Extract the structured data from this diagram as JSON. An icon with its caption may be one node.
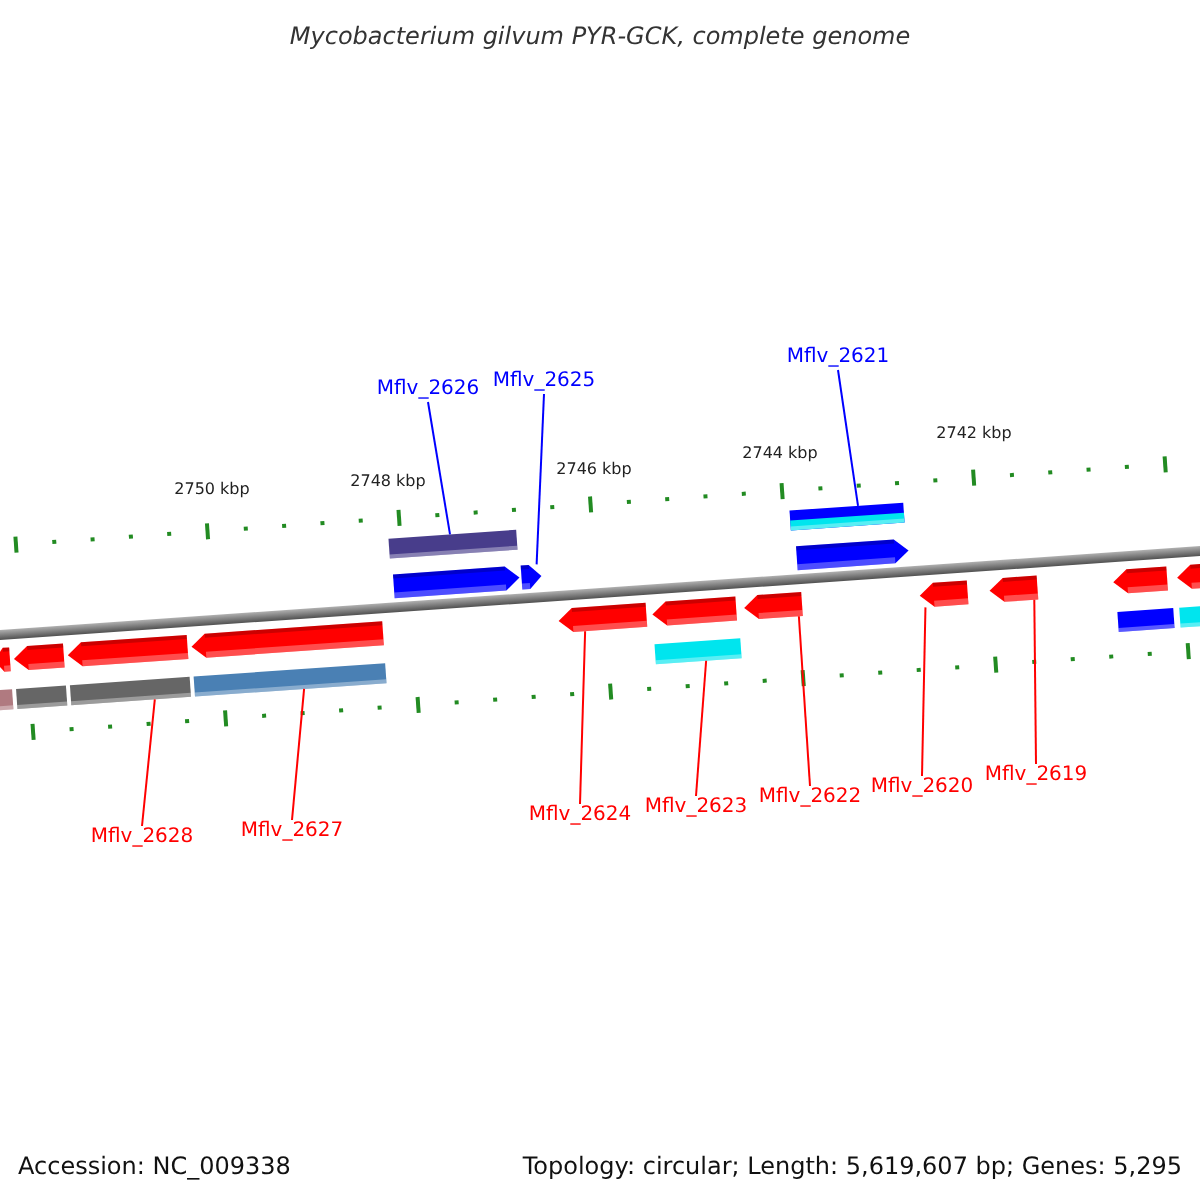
{
  "diagram": {
    "title": "Mycobacterium gilvum PYR-GCK, complete genome",
    "nodes": [
      {
        "text": [
          "Mflv_2626"
        ]
      },
      {
        "text": [
          "Mflv_2625"
        ]
      },
      {
        "text": [
          "Mflv_2621"
        ]
      },
      {
        "text": [
          "Mflv_2628"
        ]
      },
      {
        "text": [
          "Mflv_2627"
        ]
      },
      {
        "text": [
          "Mflv_2624"
        ]
      },
      {
        "text": [
          "Mflv_2623"
        ]
      },
      {
        "text": [
          "Mflv_2622"
        ]
      },
      {
        "text": [
          "Mflv_2620"
        ]
      },
      {
        "text": [
          "Mflv_2619"
        ]
      },
      {
        "text": [],
        "shape": "arrow"
      },
      {
        "text": [],
        "shape": "arrow"
      },
      {
        "text": [],
        "shape": "arrow"
      },
      {
        "text": [],
        "shape": "arrow"
      },
      {
        "text": [],
        "shape": "bar"
      },
      {
        "text": [],
        "shape": "bar"
      },
      {
        "text": [],
        "shape": "bar"
      },
      {
        "text": [],
        "shape": "bar"
      },
      {
        "text": [],
        "shape": "bar"
      },
      {
        "text": [],
        "shape": "arrow"
      },
      {
        "text": [],
        "shape": "arrow"
      },
      {
        "text": [],
        "shape": "arrow"
      },
      {
        "text": [],
        "shape": "arrow"
      },
      {
        "text": [],
        "shape": "bar"
      },
      {
        "text": [],
        "shape": "arrow"
      },
      {
        "text": [],
        "shape": "bar"
      },
      {
        "text": [],
        "shape": "arrow"
      },
      {
        "text": [],
        "shape": "arrow"
      },
      {
        "text": [],
        "shape": "arrow"
      },
      {
        "text": [],
        "shape": "arrow"
      },
      {
        "text": [],
        "shape": "arrow"
      },
      {
        "text": [],
        "shape": "bar"
      },
      {
        "text": [],
        "shape": "bar"
      }
    ],
    "edges": [
      {
        "from": 0,
        "to": 18,
        "arrow": "none",
        "color": "#0000ff"
      },
      {
        "from": 1,
        "to": 20,
        "arrow": "none",
        "color": "#0000ff"
      },
      {
        "from": 2,
        "to": 25,
        "arrow": "none",
        "color": "#0000ff"
      },
      {
        "from": 3,
        "to": 16,
        "arrow": "none"
      },
      {
        "from": 4,
        "to": 17,
        "arrow": "none"
      },
      {
        "from": 5,
        "to": 21,
        "arrow": "none"
      },
      {
        "from": 6,
        "to": 23,
        "arrow": "none"
      },
      {
        "from": 7,
        "to": 24,
        "arrow": "none"
      },
      {
        "from": 8,
        "to": 27,
        "arrow": "none"
      },
      {
        "from": 9,
        "to": 28,
        "arrow": "none"
      }
    ],
    "labels": [
      "2750 kbp",
      "2748 kbp",
      "2746 kbp",
      "2744 kbp",
      "2742 kbp",
      "Accession: NC_009338",
      "Topology: circular; Length: 5,619,607 bp; Genes: 5,295"
    ]
  }
}
